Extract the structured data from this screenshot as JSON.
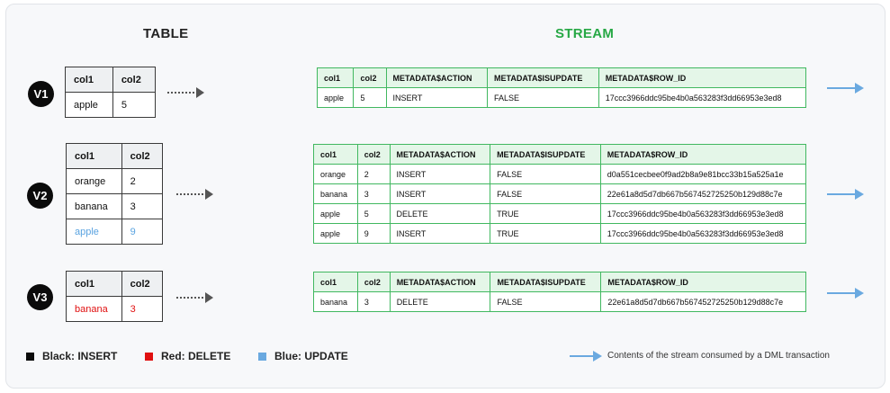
{
  "headings": {
    "table": "TABLE",
    "stream": "STREAM"
  },
  "colors": {
    "insert": "#0b0b0b",
    "delete": "#e01010",
    "update": "#5aa3e0",
    "stream_border": "#41b860",
    "stream_title": "#27a845"
  },
  "stream_columns": [
    "col1",
    "col2",
    "METADATA$ACTION",
    "METADATA$ISUPDATE",
    "METADATA$ROW_ID"
  ],
  "versions": [
    {
      "label": "V1",
      "table": {
        "columns": [
          "col1",
          "col2"
        ],
        "rows": [
          {
            "col1": "apple",
            "col2": "5",
            "kind": "insert"
          }
        ]
      },
      "stream_rows": [
        {
          "col1": "apple",
          "col2": "5",
          "action": "INSERT",
          "isupdate": "FALSE",
          "row_id": "17ccc3966ddc95be4b0a563283f3dd66953e3ed8"
        }
      ]
    },
    {
      "label": "V2",
      "table": {
        "columns": [
          "col1",
          "col2"
        ],
        "rows": [
          {
            "col1": "orange",
            "col2": "2",
            "kind": "insert"
          },
          {
            "col1": "banana",
            "col2": "3",
            "kind": "insert"
          },
          {
            "col1": "apple",
            "col2": "9",
            "kind": "update"
          }
        ]
      },
      "stream_rows": [
        {
          "col1": "orange",
          "col2": "2",
          "action": "INSERT",
          "isupdate": "FALSE",
          "row_id": "d0a551cecbee0f9ad2b8a9e81bcc33b15a525a1e"
        },
        {
          "col1": "banana",
          "col2": "3",
          "action": "INSERT",
          "isupdate": "FALSE",
          "row_id": "22e61a8d5d7db667b567452725250b129d88c7e"
        },
        {
          "col1": "apple",
          "col2": "5",
          "action": "DELETE",
          "isupdate": "TRUE",
          "row_id": "17ccc3966ddc95be4b0a563283f3dd66953e3ed8"
        },
        {
          "col1": "apple",
          "col2": "9",
          "action": "INSERT",
          "isupdate": "TRUE",
          "row_id": "17ccc3966ddc95be4b0a563283f3dd66953e3ed8"
        }
      ]
    },
    {
      "label": "V3",
      "table": {
        "columns": [
          "col1",
          "col2"
        ],
        "rows": [
          {
            "col1": "banana",
            "col2": "3",
            "kind": "delete"
          }
        ]
      },
      "stream_rows": [
        {
          "col1": "banana",
          "col2": "3",
          "action": "DELETE",
          "isupdate": "FALSE",
          "row_id": "22e61a8d5d7db667b567452725250b129d88c7e"
        }
      ]
    }
  ],
  "legend": {
    "insert": "Black: INSERT",
    "delete": "Red: DELETE",
    "update": "Blue: UPDATE",
    "consumed_note": "Contents of the stream consumed by a DML transaction"
  }
}
